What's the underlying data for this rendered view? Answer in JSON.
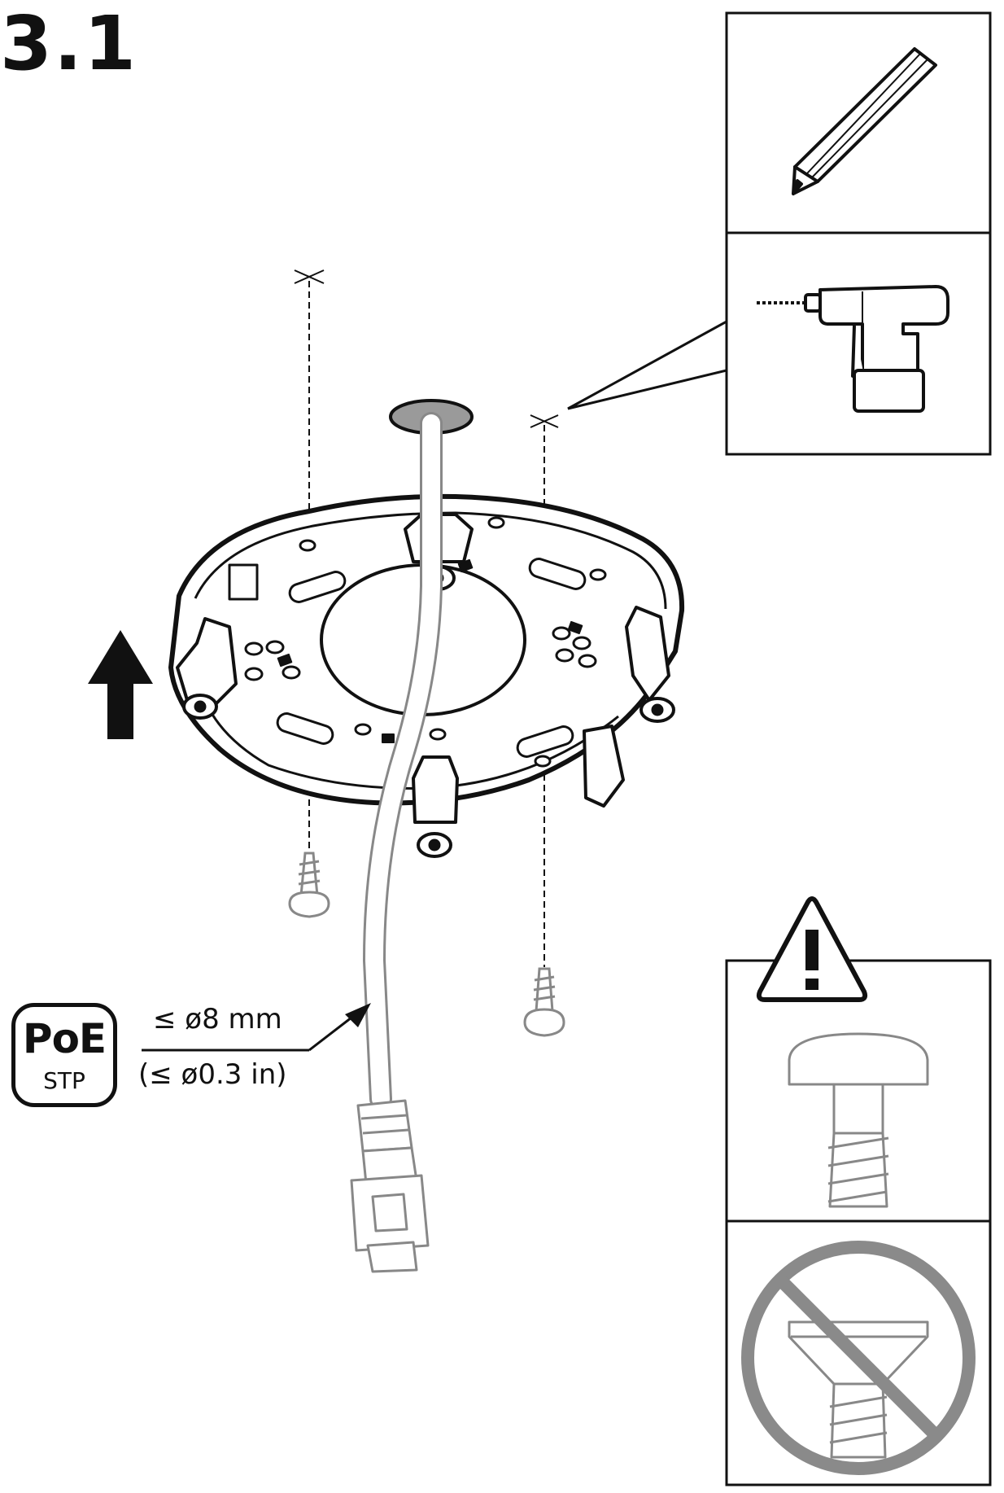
{
  "step": {
    "number": "3.1"
  },
  "tools": {
    "mark": {
      "icon": "pencil-icon"
    },
    "drill": {
      "icon": "drill-icon"
    }
  },
  "cable": {
    "badge_main": "PoE",
    "badge_sub": "STP",
    "max_diameter_mm": "≤ ø8 mm",
    "max_diameter_in": "(≤ ø0.3 in)"
  },
  "warning": {
    "icon": "warning-icon",
    "correct_screw": "pan-head-screw-icon",
    "wrong_screw": "countersunk-screw-icon",
    "prohibited_color": "#8a8a8a"
  },
  "direction": {
    "icon": "up-arrow-icon"
  }
}
